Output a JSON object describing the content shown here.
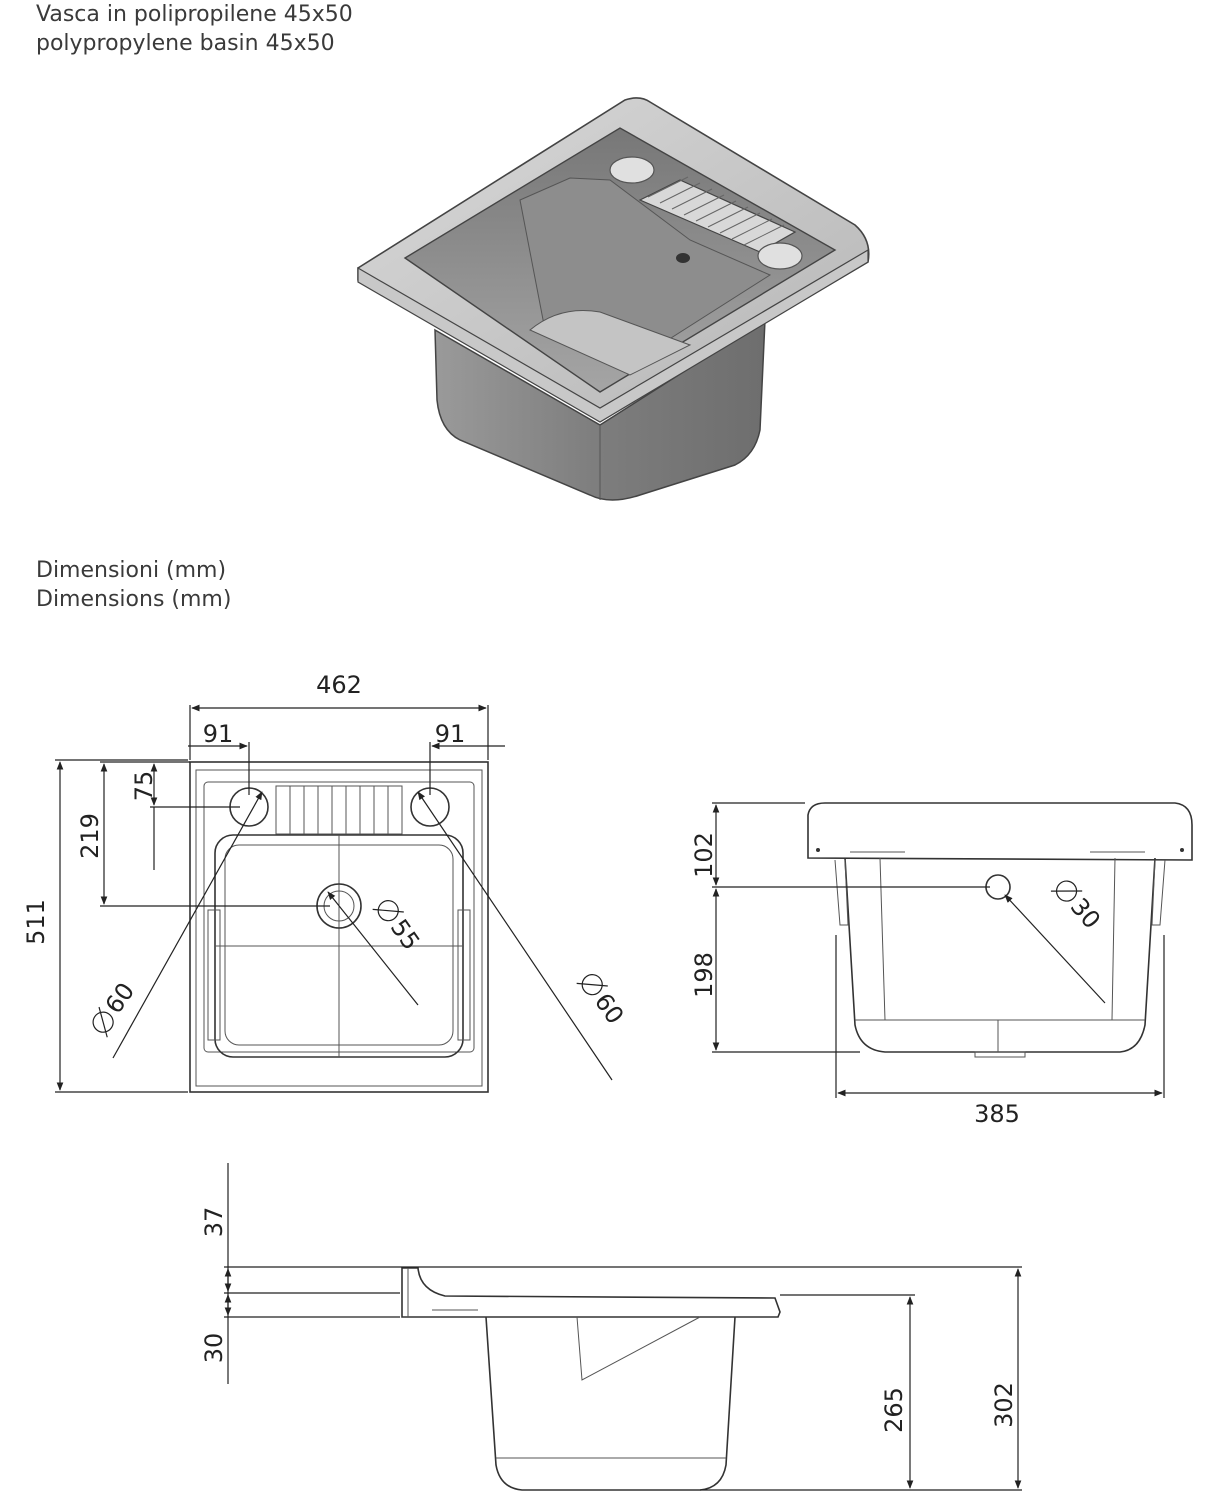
{
  "header": {
    "title_it": "Vasca in polipropilene 45x50",
    "title_en": "polypropylene basin 45x50"
  },
  "dimensions_header": {
    "label_it": "Dimensioni (mm)",
    "label_en": "Dimensions (mm)"
  },
  "top_view": {
    "width": "462",
    "left_offset": "91",
    "right_offset": "91",
    "height": "511",
    "hole_row": "75",
    "drain_center": "219",
    "hole_left_diameter": "60",
    "hole_right_diameter": "60",
    "drain_diameter": "55"
  },
  "front_view": {
    "top_height": "102",
    "bottom_height": "198",
    "hole_diameter": "30",
    "bottom_width": "385"
  },
  "side_view": {
    "rim_height": "37",
    "rim_thickness": "30",
    "basin_depth": "265",
    "total_height": "302"
  },
  "colors": {
    "line": "#222222",
    "render_gray": "#8a8a8a"
  }
}
